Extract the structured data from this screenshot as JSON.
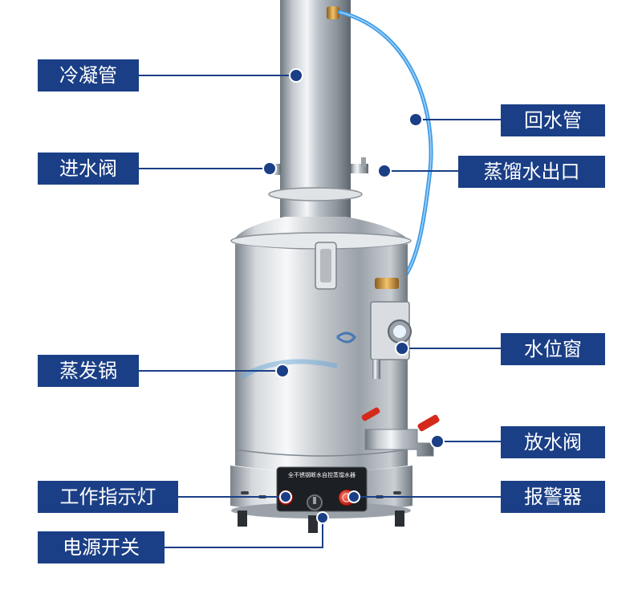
{
  "labels": {
    "condenser": "冷凝管",
    "inlet_valve": "进水阀",
    "boiler": "蒸发锅",
    "indicator_light": "工作指示灯",
    "power_switch": "电源开关",
    "return_pipe": "回水管",
    "distilled_outlet": "蒸馏水出口",
    "water_level_window": "水位窗",
    "drain_valve": "放水阀",
    "alarm": "报警器"
  },
  "panel_text": "全不锈钢断水自控蒸馏水器",
  "colors": {
    "label_bg": "#1b3f86",
    "label_text": "#ffffff",
    "leader_line": "#1b3f86",
    "hose": "#3d9be6",
    "steel": "#c9ced3"
  }
}
